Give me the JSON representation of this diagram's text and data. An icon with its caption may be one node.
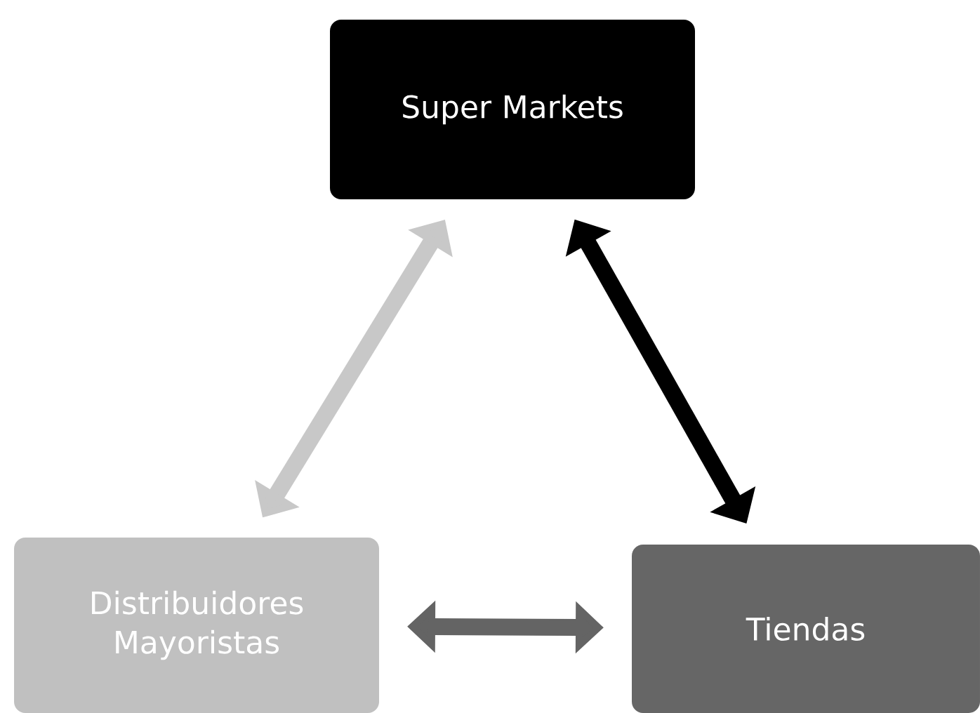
{
  "diagram": {
    "nodes": [
      {
        "text": [
          "Super Markets"
        ]
      },
      {
        "text": [
          "Distribuidores Mayoristas"
        ]
      },
      {
        "text": [
          "Tiendas"
        ]
      }
    ],
    "edges": [
      {
        "from": 1,
        "to": 0,
        "arrow": "both",
        "color": "#c8c8c8"
      },
      {
        "from": 0,
        "to": 2,
        "arrow": "both",
        "color": "#000000"
      },
      {
        "from": 1,
        "to": 2,
        "arrow": "both",
        "color": "#646464"
      }
    ]
  }
}
